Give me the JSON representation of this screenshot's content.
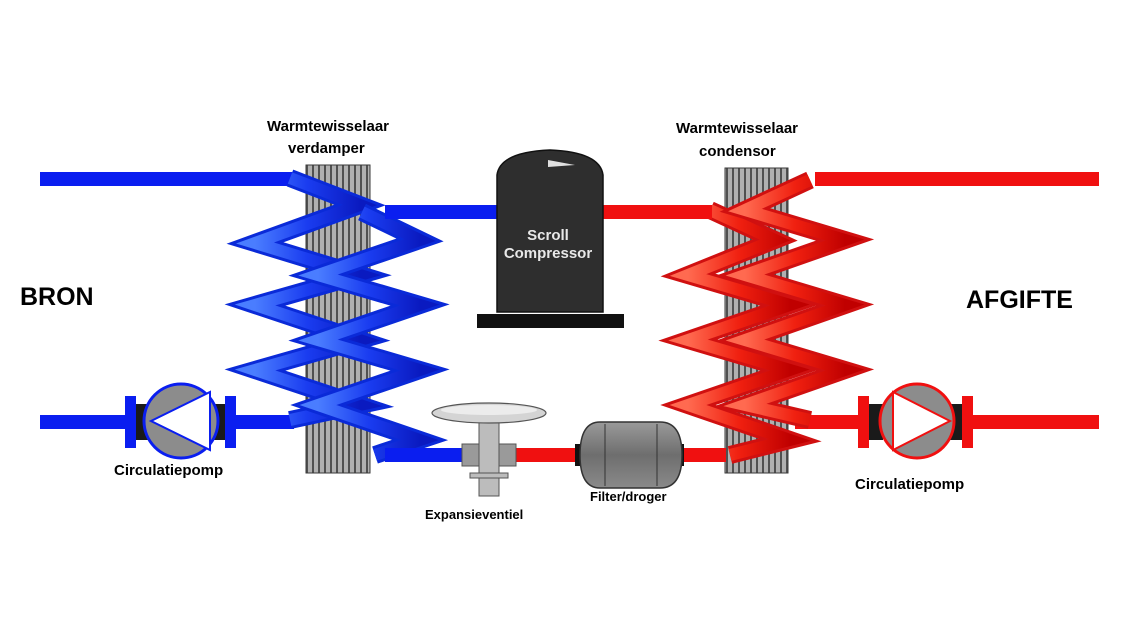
{
  "labels": {
    "source": "BRON",
    "output": "AFGIFTE",
    "evaporator_line1": "Warmtewisselaar",
    "evaporator_line2": "verdamper",
    "condenser_line1": "Warmtewisselaar",
    "condenser_line2": "condensor",
    "compressor_line1": "Scroll",
    "compressor_line2": "Compressor",
    "pump_left": "Circulatiepomp",
    "pump_right": "Circulatiepomp",
    "expansion_valve": "Expansieventiel",
    "filter_dryer": "Filter/droger"
  },
  "colors": {
    "cold": "#0a1ef0",
    "hot": "#f01010",
    "component": "#8c8c8c",
    "compressor": "#2e2e2e",
    "valve": "#b8b8b8"
  }
}
